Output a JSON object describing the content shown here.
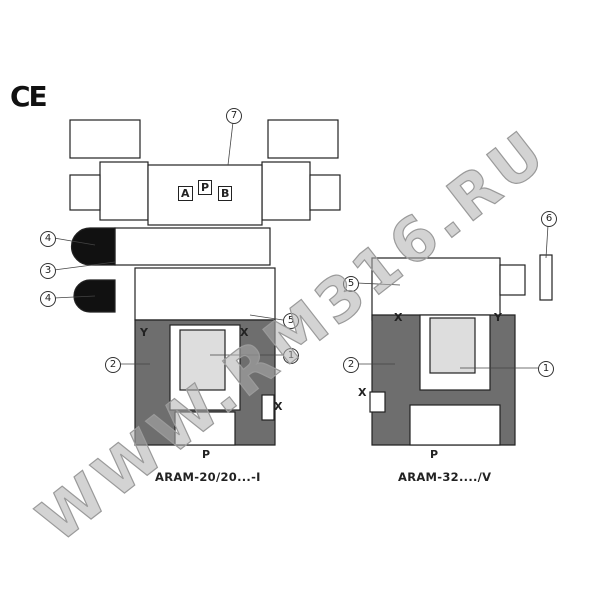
{
  "mark": "CE",
  "watermark": "WWW.RM316.RU",
  "left_valve": {
    "caption": "ARAM-20/20...-I",
    "ports": {
      "a": "A",
      "p": "P",
      "b": "B"
    },
    "labels": {
      "y": "Y",
      "x_top": "X",
      "x_side": "X",
      "p": "P"
    },
    "callouts": [
      "7",
      "4",
      "3",
      "4",
      "5",
      "2",
      "1"
    ]
  },
  "right_valve": {
    "caption": "ARAM-32..../V",
    "labels": {
      "x_top": "X",
      "y": "Y",
      "x_side": "X",
      "p": "P"
    },
    "callouts": [
      "6",
      "5",
      "2",
      "1"
    ]
  }
}
